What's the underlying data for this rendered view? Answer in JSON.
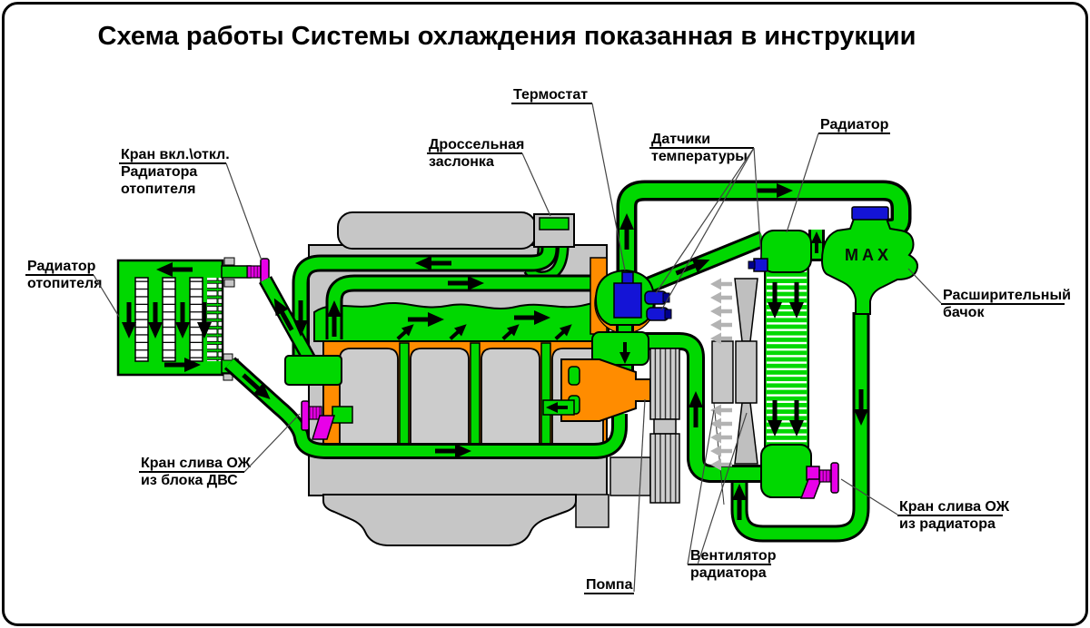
{
  "title": "Схема работы Системы охлаждения показанная в инструкции",
  "labels": {
    "thermostat": "Термостат",
    "throttle_line1": "Дроссельная",
    "throttle_line2": "заслонка",
    "temp_sensors_line1": "Датчики",
    "temp_sensors_line2": "температуры",
    "radiator": "Радиатор",
    "heater_valve_line1": "Кран вкл.\\откл.",
    "heater_valve_line2": "Радиатора",
    "heater_valve_line3": "отопителя",
    "heater_radiator_line1": "Радиатор",
    "heater_radiator_line2": "отопителя",
    "expansion_tank_line1": "Расширительный",
    "expansion_tank_line2": "бачок",
    "engine_drain_line1": "Кран слива ОЖ",
    "engine_drain_line2": "из блока ДВС",
    "radiator_drain_line1": "Кран слива ОЖ",
    "radiator_drain_line2": "из радиатора",
    "fan_line1": "Вентилятор",
    "fan_line2": "радиатора",
    "pump": "Помпа",
    "max_mark": "MAX"
  },
  "colors": {
    "coolant_green": "#00D800",
    "engine_orange": "#FF8C00",
    "metal_gray": "#C6C6C6",
    "valve_magenta": "#E800E8",
    "sensor_blue": "#1414D6",
    "airflow_gray": "#B3B3B3"
  }
}
